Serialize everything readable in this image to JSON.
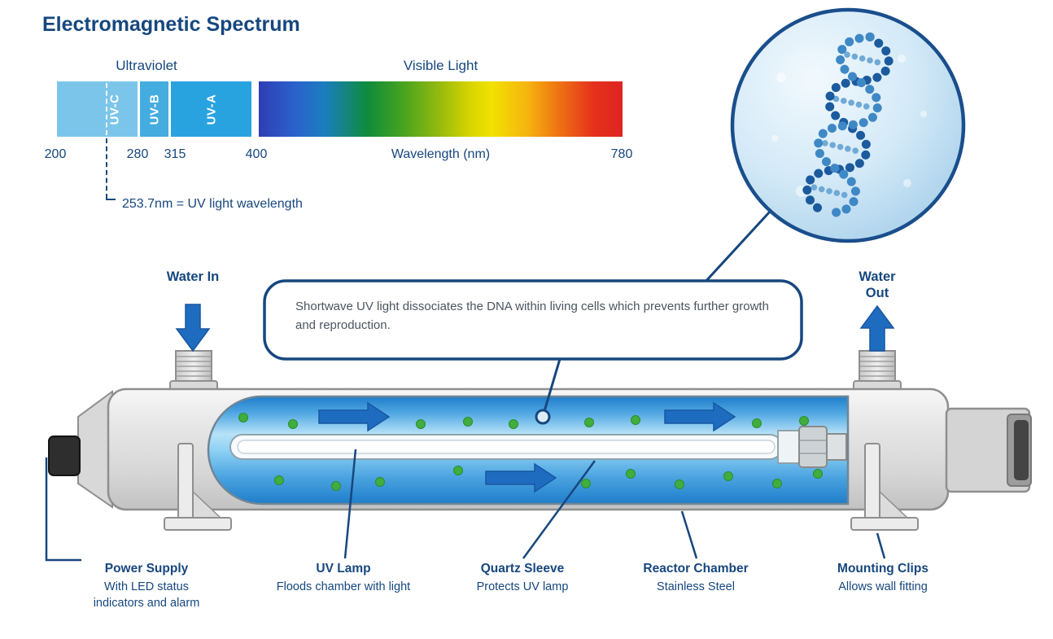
{
  "title": "Electromagnetic Spectrum",
  "spectrum": {
    "uv_section_label": "Ultraviolet",
    "visible_section_label": "Visible Light",
    "bands": [
      {
        "label": "UV-C"
      },
      {
        "label": "UV-B"
      },
      {
        "label": "UV-A"
      }
    ],
    "ticks": [
      {
        "value": "200"
      },
      {
        "value": "280"
      },
      {
        "value": "315"
      },
      {
        "value": "400"
      },
      {
        "value": "780"
      }
    ],
    "axis_label": "Wavelength (nm)",
    "marker_note": "253.7nm = UV light wavelength"
  },
  "callout": {
    "text": "Shortwave UV light dissociates the DNA within living cells which prevents further growth and reproduction."
  },
  "flow_labels": {
    "in": "Water In",
    "out": "Water Out"
  },
  "part_labels": [
    {
      "title": "Power Supply",
      "desc": "With LED status indicators and alarm"
    },
    {
      "title": "UV Lamp",
      "desc": "Floods chamber with light"
    },
    {
      "title": "Quartz Sleeve",
      "desc": "Protects UV lamp"
    },
    {
      "title": "Reactor Chamber",
      "desc": "Stainless Steel"
    },
    {
      "title": "Mounting Clips",
      "desc": "Allows wall fitting"
    }
  ],
  "icons": {
    "water_in_arrow": "arrow-down",
    "water_out_arrow": "arrow-up",
    "flow_arrows": "arrow-right",
    "dna_inset": "dna-double-helix-photo",
    "microbes": "green-dot-microorganisms"
  },
  "colors": {
    "navy": "#16477e",
    "uv_c": "#7cc5ea",
    "uv_b": "#45acdf",
    "uv_a": "#29a3e0",
    "water_blue": "#4ba4e0",
    "microbe_green": "#3fae3e",
    "arrow_blue": "#1e6cc0",
    "steel_gray": "#d6d6d6",
    "visible_gradient_ends": [
      "#2f3db4",
      "#de2420"
    ]
  }
}
